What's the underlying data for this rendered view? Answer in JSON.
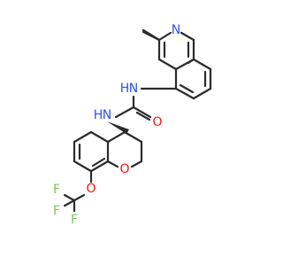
{
  "molecule": {
    "atoms": [
      {
        "id": "N_ring",
        "label": "N",
        "color": "#3050f8"
      },
      {
        "id": "N_urea1",
        "label": "N",
        "color": "#3050f8"
      },
      {
        "id": "H_urea1",
        "label": "H",
        "color": "#3050f8"
      },
      {
        "id": "O_carbonyl",
        "label": "O",
        "color": "#ff0d0d"
      },
      {
        "id": "N_urea2",
        "label": "N",
        "color": "#3050f8"
      },
      {
        "id": "H_urea2",
        "label": "H",
        "color": "#3050f8"
      },
      {
        "id": "O_ring",
        "label": "O",
        "color": "#ff0d0d"
      },
      {
        "id": "O_ether",
        "label": "O",
        "color": "#ff0d0d"
      },
      {
        "id": "F1",
        "label": "F",
        "color": "#7cc45a"
      },
      {
        "id": "F2",
        "label": "F",
        "color": "#7cc45a"
      },
      {
        "id": "F3",
        "label": "F",
        "color": "#7cc45a"
      }
    ]
  }
}
